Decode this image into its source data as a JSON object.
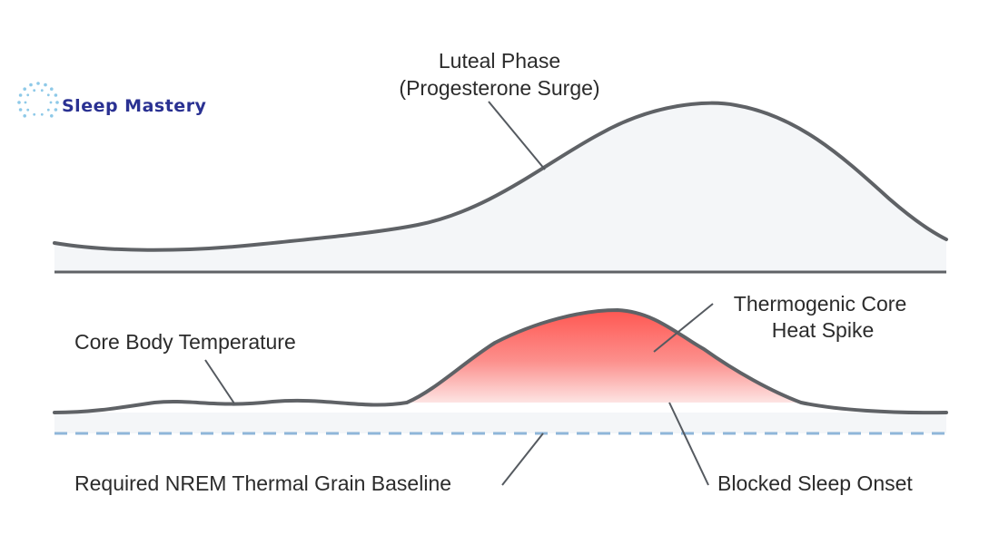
{
  "brand": {
    "name": "Sleep Mastery",
    "icon": "dotted-ring-logo-icon"
  },
  "labels": {
    "luteal_line1": "Luteal Phase",
    "luteal_line2": "(Progesterone Surge)",
    "core_temp": "Core Body Temperature",
    "thermo_line1": "Thermogenic Core",
    "thermo_line2": "Heat Spike",
    "baseline": "Required NREM Thermal Grain Baseline",
    "blocked": "Blocked Sleep Onset"
  },
  "colors": {
    "curve": "#5f6266",
    "panel_fill": "#f4f6f8",
    "heat_top": "#ff5a55",
    "heat_bottom": "#fde3e2",
    "baseline_dash": "#8fb6d9",
    "brand_text": "#2a3192",
    "brand_dots": "#8ec9e8"
  }
}
